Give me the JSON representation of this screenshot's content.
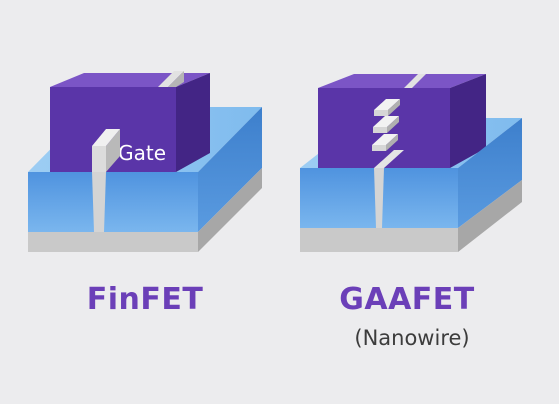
{
  "finfet": {
    "title": "FinFET",
    "gate_label": "Gate"
  },
  "gaafet": {
    "title": "GAAFET",
    "subtitle": "(Nanowire)"
  },
  "colors": {
    "title_purple": "#6b3fb8",
    "gate_front": "#5a35a8",
    "gate_top": "#7b55c6",
    "gate_side": "#432585",
    "substrate_blue": "#5a9ee6",
    "substrate_top": "#8fc4f0",
    "base_gray": "#c9c9c9",
    "fin_gray": "#dcdcdc",
    "background": "#ececee"
  }
}
